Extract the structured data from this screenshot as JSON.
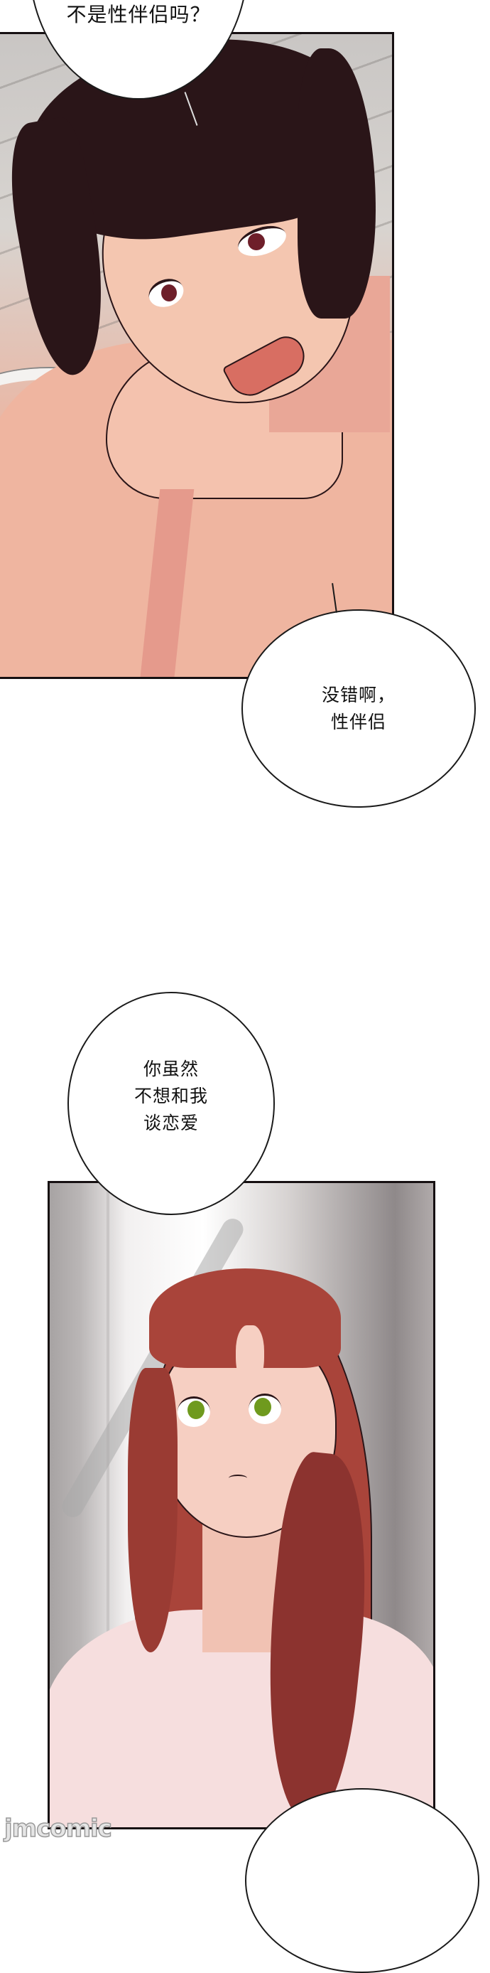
{
  "page": {
    "type": "webtoon-strip",
    "background": "#ffffff"
  },
  "panels": [
    {
      "id": "panel-1",
      "scene": "dark-haired man smiling, looking sideways, resting chin on hand",
      "colors": {
        "hair": "#2a1518",
        "skin": "#f2bea6",
        "shadow": "#e59a8c",
        "ceiling": "#cfcbc8",
        "eyes": "#6e1f2a"
      }
    },
    {
      "id": "panel-2",
      "scene": "red-haired woman with green eyes looking up, wearing light pink shirt",
      "colors": {
        "hair": "#a9443a",
        "hair_dark": "#7a2a28",
        "skin": "#f6cfc2",
        "eyes": "#6f9a1e",
        "shirt": "#f6dede",
        "background": "#e6e3e2"
      }
    }
  ],
  "speech_bubbles": [
    {
      "id": "bubble-1",
      "text": "不是性伴侣吗？",
      "speaker": "woman"
    },
    {
      "id": "bubble-2",
      "text": "没错啊，\n性伴侣",
      "speaker": "man"
    },
    {
      "id": "bubble-3",
      "text": "你虽然\n不想和我\n谈恋爱",
      "speaker": "man"
    },
    {
      "id": "bubble-4",
      "text": "",
      "speaker": "woman"
    }
  ],
  "watermark": {
    "text": "jmcomic"
  }
}
